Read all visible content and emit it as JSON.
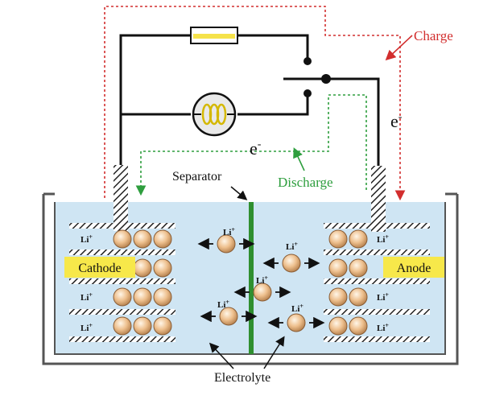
{
  "labels": {
    "charge": "Charge",
    "discharge": "Discharge",
    "electron_left": "e",
    "electron_right": "e",
    "electron_sup": "-",
    "separator": "Separator",
    "electrolyte": "Electrolyte",
    "cathode": "Cathode",
    "anode": "Anode",
    "li": "Li",
    "li_sup": "+"
  },
  "colors": {
    "charge": "#d22e2e",
    "discharge": "#2e9e3e",
    "electrolyte": "#cfe5f3",
    "separator": "#2f8f2f",
    "electrode_label_bg": "#f7e84a",
    "ion": "#e9b987",
    "wire": "#111111"
  }
}
